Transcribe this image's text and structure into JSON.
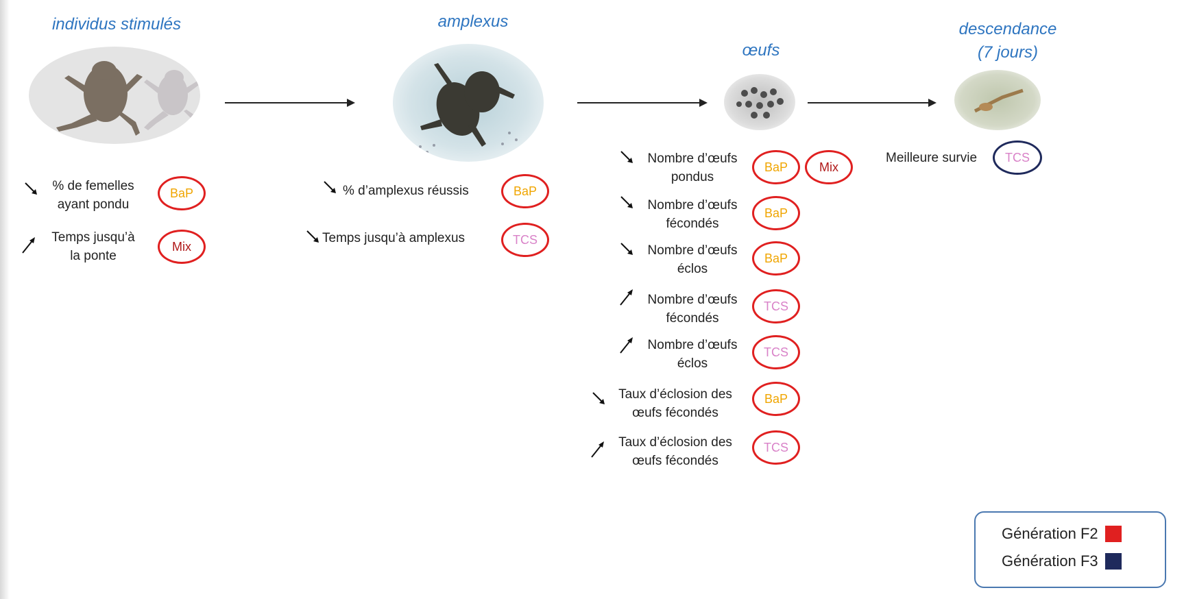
{
  "stages": {
    "individus": "individus stimulés",
    "amplexus": "amplexus",
    "oeufs": "œufs",
    "descendance": "descendance\n(7 jours)"
  },
  "items": {
    "ind1": "% de femelles\nayant pondu",
    "ind2": "Temps jusqu’à\nla ponte",
    "amp1": "% d’amplexus réussis",
    "amp2": "Temps jusqu’à amplexus",
    "oeu1": "Nombre d’œufs\npondus",
    "oeu2": "Nombre d’œufs\nfécondés",
    "oeu3": "Nombre d’œufs\néclos",
    "oeu4": "Nombre d’œufs\nfécondés",
    "oeu5": "Nombre d’œufs\néclos",
    "oeu6": "Taux d’éclosion des\nœufs fécondés",
    "oeu7": "Taux d’éclosion des\nœufs fécondés",
    "des1": "Meilleure survie"
  },
  "badges": {
    "bap": "BaP",
    "mix": "Mix",
    "tcs": "TCS"
  },
  "legend": {
    "f2": "Génération F2",
    "f3": "Génération F3"
  },
  "colors": {
    "f2": "#e02020",
    "f3": "#1f2a5c",
    "bap": "#f0a500",
    "mix": "#b01818",
    "tcs": "#d982c8",
    "title": "#2e75c0"
  }
}
